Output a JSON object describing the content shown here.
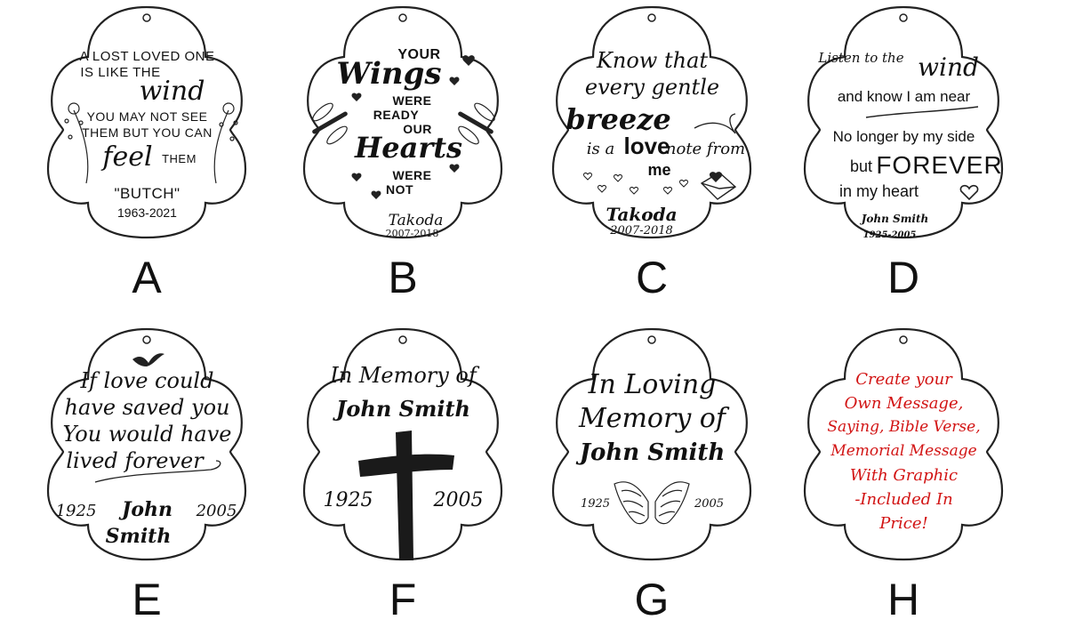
{
  "ornaments": [
    {
      "letter": "A",
      "lines": [
        "A LOST LOVED ONE",
        "IS LIKE THE",
        "wind",
        "YOU MAY NOT SEE",
        "THEM BUT YOU CAN",
        "feel",
        "THEM",
        "\"BUTCH\"",
        "1963-2021"
      ],
      "graphic": "dandelion-icon"
    },
    {
      "letter": "B",
      "lines": [
        "YOUR",
        "Wings",
        "WERE",
        "READY",
        "OUR",
        "Hearts",
        "WERE",
        "NOT",
        "Takoda",
        "2007-2018"
      ],
      "graphic": "dragonfly-icon"
    },
    {
      "letter": "C",
      "lines": [
        "Know that",
        "every gentle",
        "breeze",
        "is a",
        "love",
        "note from",
        "me",
        "Takoda",
        "2007-2018"
      ],
      "graphic": "envelope-heart-icon"
    },
    {
      "letter": "D",
      "lines": [
        "Listen to the",
        "wind",
        "and know I am near",
        "No longer by my side",
        "but",
        "FOREVER",
        "in my heart",
        "John Smith",
        "1925-2005"
      ],
      "graphic": "heart-icon"
    },
    {
      "letter": "E",
      "lines": [
        "If love could",
        "have saved you",
        "You would have",
        "lived forever",
        "1925",
        "John",
        "2005",
        "Smith"
      ],
      "graphic": "bird-icon"
    },
    {
      "letter": "F",
      "lines": [
        "In Memory of",
        "John Smith",
        "1925",
        "2005"
      ],
      "graphic": "cross-icon"
    },
    {
      "letter": "G",
      "lines": [
        "In Loving",
        "Memory of",
        "John Smith",
        "1925",
        "2005"
      ],
      "graphic": "angel-wings-icon"
    },
    {
      "letter": "H",
      "lines": [
        "Create your",
        "Own Message,",
        "Saying, Bible Verse,",
        "Memorial Message",
        "With Graphic",
        "-Included In",
        "Price!"
      ],
      "graphic": "none"
    }
  ],
  "colors": {
    "ink": "#111111",
    "accent_red": "#d21414",
    "background": "#ffffff"
  }
}
